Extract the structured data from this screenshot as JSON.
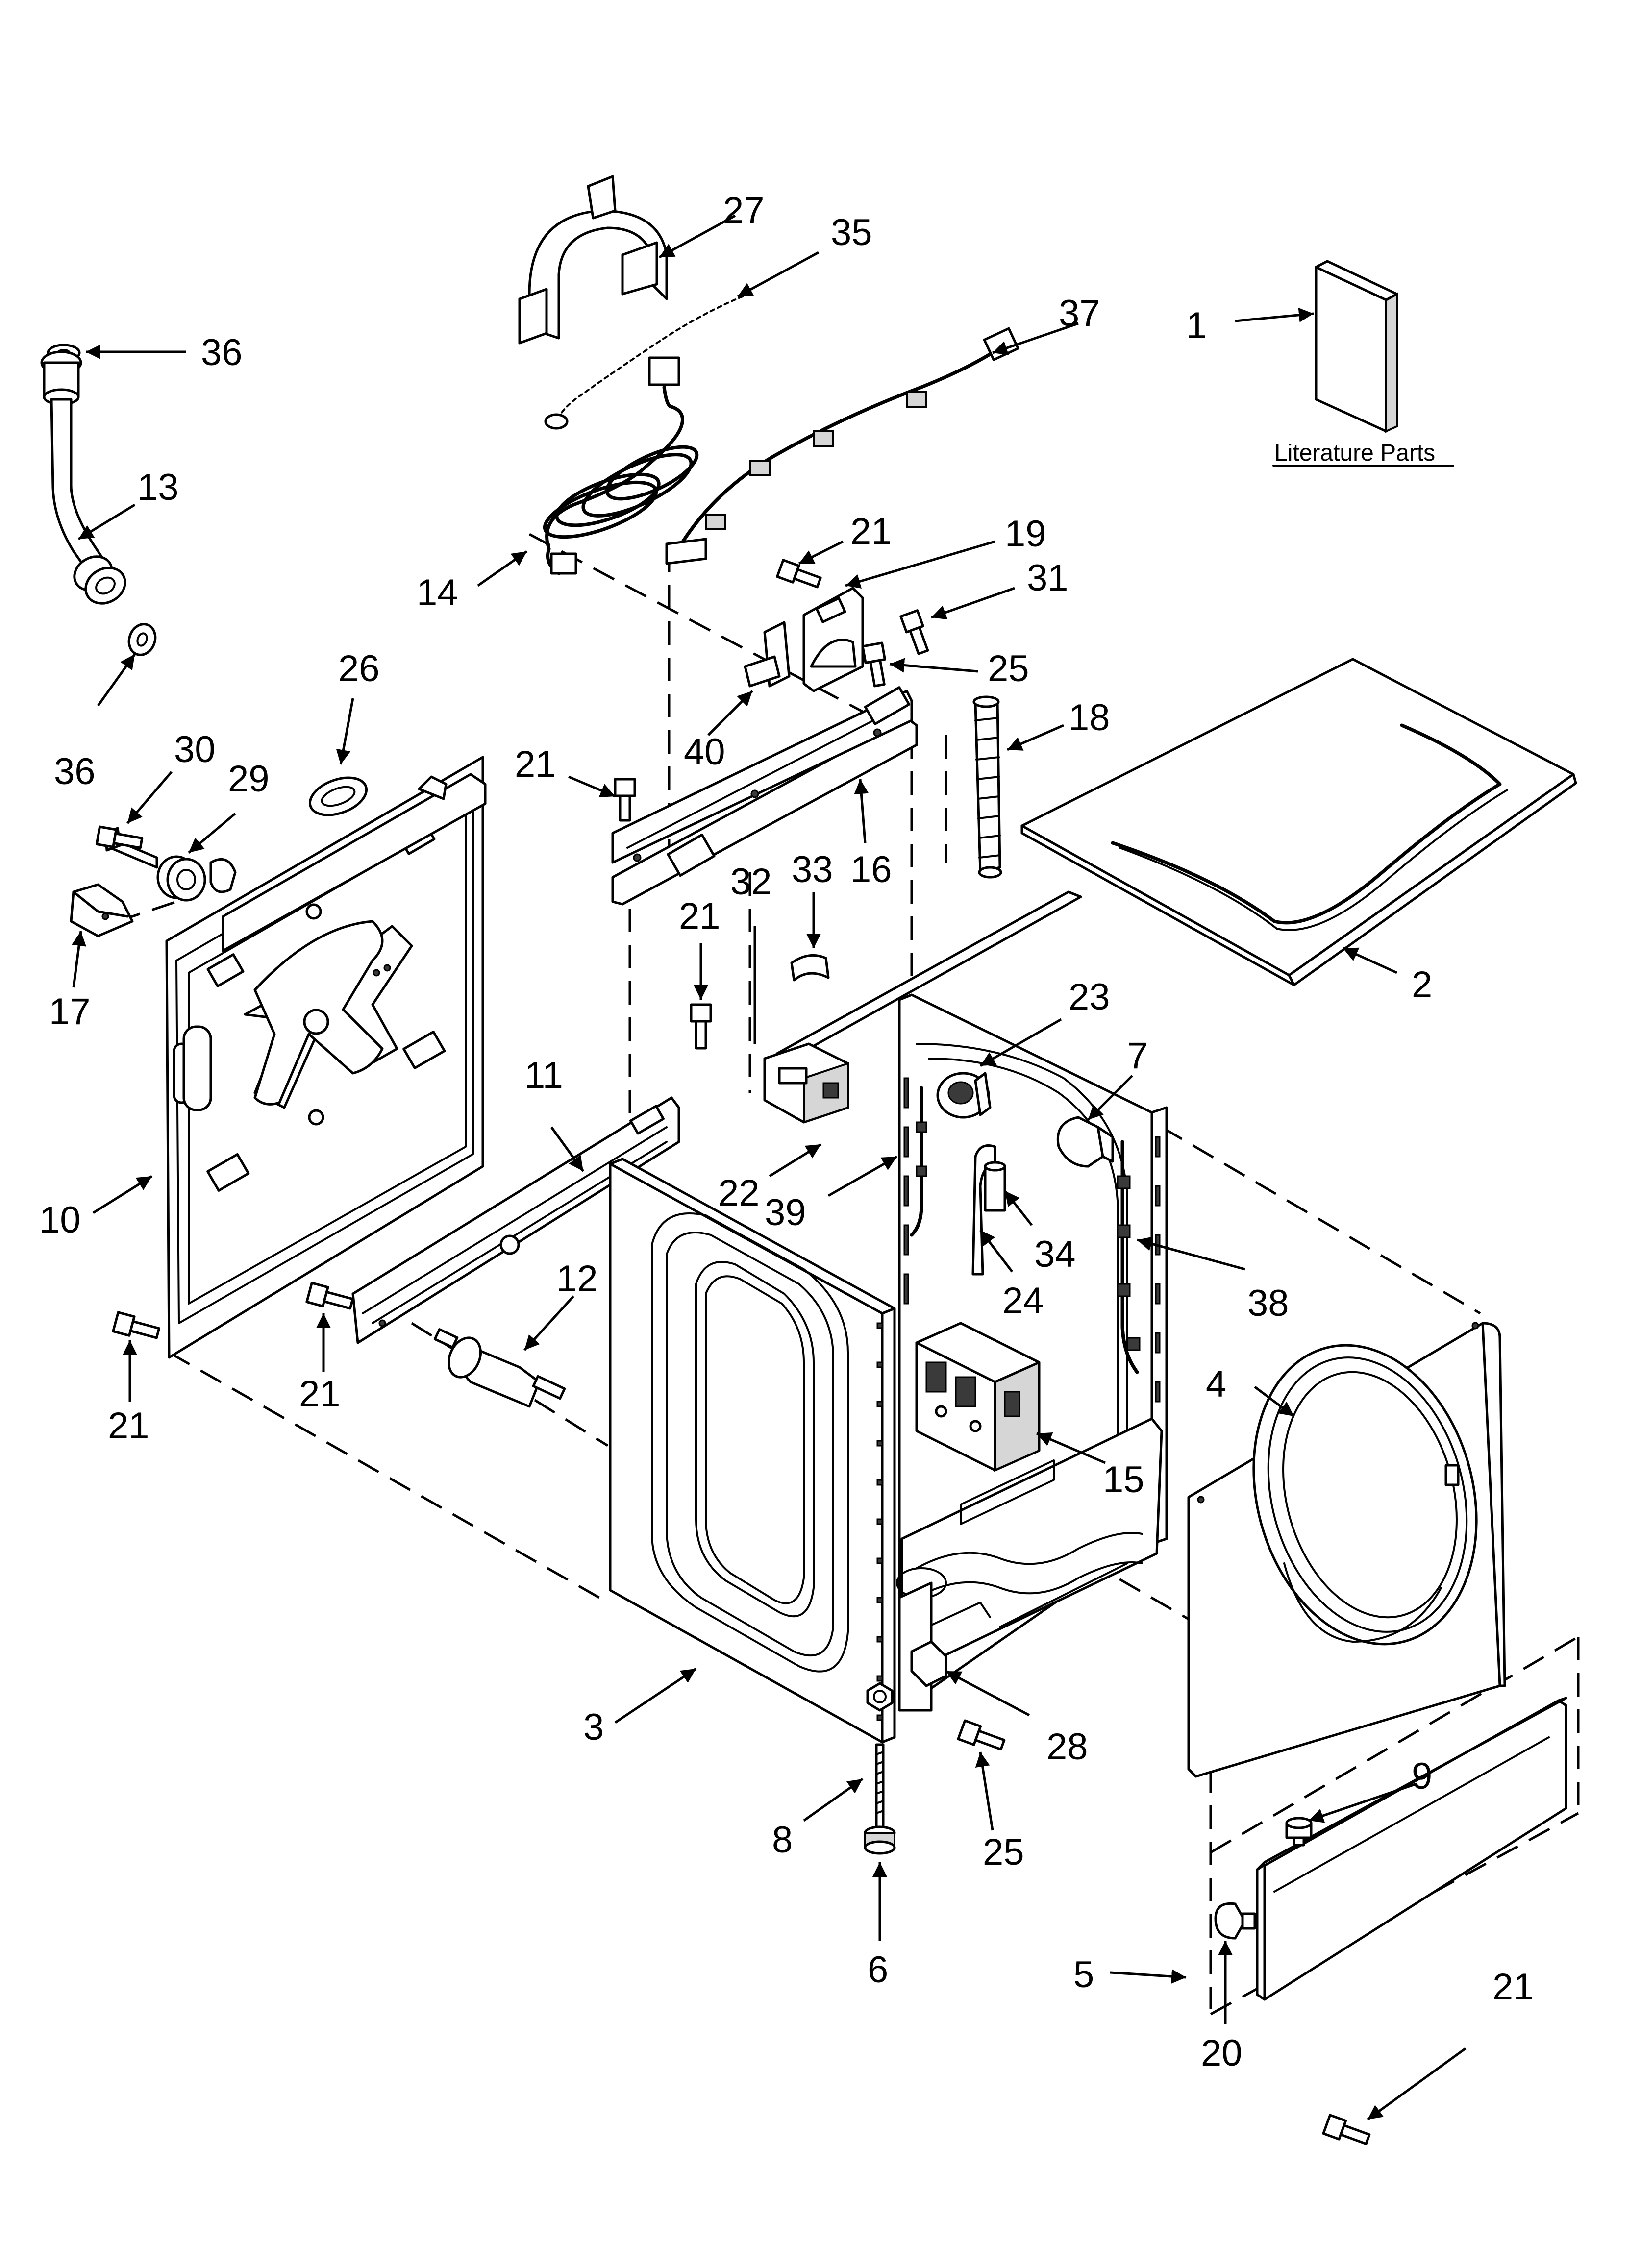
{
  "literature": {
    "text": "Literature Parts"
  },
  "callouts": [
    {
      "id": "c27",
      "text": "27"
    },
    {
      "id": "c35",
      "text": "35"
    },
    {
      "id": "c36a",
      "text": "36"
    },
    {
      "id": "c37",
      "text": "37"
    },
    {
      "id": "c1",
      "text": "1"
    },
    {
      "id": "c13",
      "text": "13"
    },
    {
      "id": "c36b",
      "text": "36"
    },
    {
      "id": "c14",
      "text": "14"
    },
    {
      "id": "c21a",
      "text": "21"
    },
    {
      "id": "c19",
      "text": "19"
    },
    {
      "id": "c31",
      "text": "31"
    },
    {
      "id": "c25a",
      "text": "25"
    },
    {
      "id": "c18",
      "text": "18"
    },
    {
      "id": "c26",
      "text": "26"
    },
    {
      "id": "c30",
      "text": "30"
    },
    {
      "id": "c29",
      "text": "29"
    },
    {
      "id": "c40",
      "text": "40"
    },
    {
      "id": "c21b",
      "text": "21"
    },
    {
      "id": "c16",
      "text": "16"
    },
    {
      "id": "c2",
      "text": "2"
    },
    {
      "id": "c17",
      "text": "17"
    },
    {
      "id": "c32",
      "text": "32"
    },
    {
      "id": "c33",
      "text": "33"
    },
    {
      "id": "c21c",
      "text": "21"
    },
    {
      "id": "c23",
      "text": "23"
    },
    {
      "id": "c11",
      "text": "11"
    },
    {
      "id": "c7",
      "text": "7"
    },
    {
      "id": "c22",
      "text": "22"
    },
    {
      "id": "c39",
      "text": "39"
    },
    {
      "id": "c34",
      "text": "34"
    },
    {
      "id": "c10",
      "text": "10"
    },
    {
      "id": "c12",
      "text": "12"
    },
    {
      "id": "c24",
      "text": "24"
    },
    {
      "id": "c38",
      "text": "38"
    },
    {
      "id": "c21d",
      "text": "21"
    },
    {
      "id": "c21e",
      "text": "21"
    },
    {
      "id": "c4",
      "text": "4"
    },
    {
      "id": "c15",
      "text": "15"
    },
    {
      "id": "c3",
      "text": "3"
    },
    {
      "id": "c28",
      "text": "28"
    },
    {
      "id": "c9",
      "text": "9"
    },
    {
      "id": "c8",
      "text": "8"
    },
    {
      "id": "c25b",
      "text": "25"
    },
    {
      "id": "c6",
      "text": "6"
    },
    {
      "id": "c5",
      "text": "5"
    },
    {
      "id": "c21f",
      "text": "21"
    },
    {
      "id": "c20",
      "text": "20"
    }
  ]
}
